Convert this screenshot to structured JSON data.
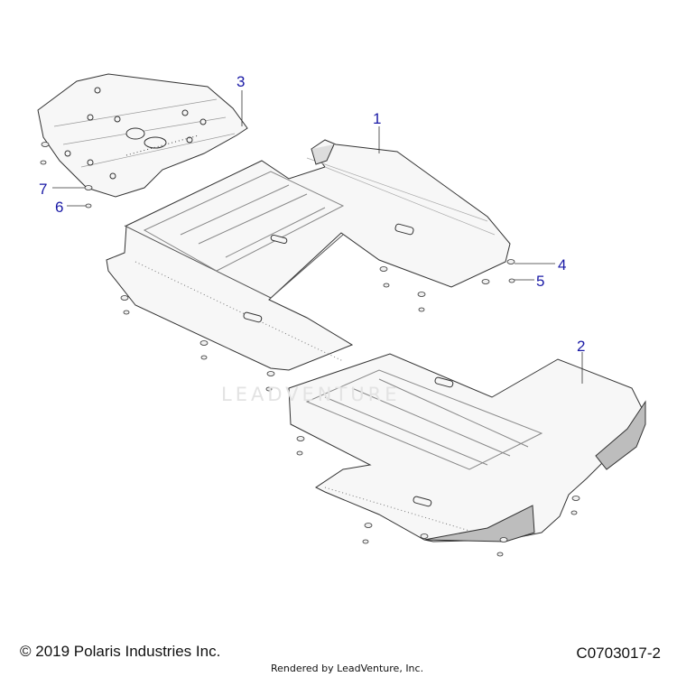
{
  "diagram": {
    "callouts": [
      {
        "id": "1",
        "label": "1"
      },
      {
        "id": "2",
        "label": "2"
      },
      {
        "id": "3",
        "label": "3"
      },
      {
        "id": "4",
        "label": "4"
      },
      {
        "id": "5",
        "label": "5"
      },
      {
        "id": "6",
        "label": "6"
      },
      {
        "id": "7",
        "label": "7"
      }
    ],
    "callout_color": "#1a1aa6",
    "line_color": "#333333",
    "panel_fill": "#f7f7f7",
    "accent_fill": "#bdbdbd"
  },
  "watermark": "LEADVENTURE",
  "footer": {
    "copyright": "© 2019 Polaris Industries Inc.",
    "rendered_by": "Rendered by LeadVenture, Inc.",
    "drawing_code": "C0703017-2"
  }
}
